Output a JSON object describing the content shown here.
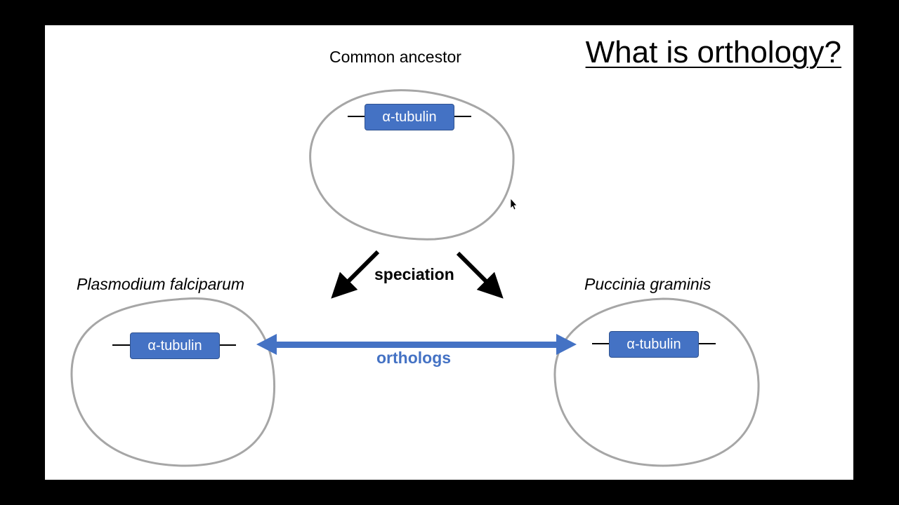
{
  "title": "What is orthology?",
  "common_ancestor": {
    "label": "Common ancestor",
    "gene": "α-tubulin"
  },
  "species_left": {
    "label": "Plasmodium falciparum",
    "gene": "α-tubulin"
  },
  "species_right": {
    "label": "Puccinia graminis",
    "gene": "α-tubulin"
  },
  "speciation_label": "speciation",
  "orthologs_label": "orthologs",
  "colors": {
    "gene_fill": "#4472c4",
    "cell_outline": "#a6a6a6",
    "ortholog_arrow": "#4472c4",
    "background": "#000000",
    "slide": "#ffffff"
  }
}
